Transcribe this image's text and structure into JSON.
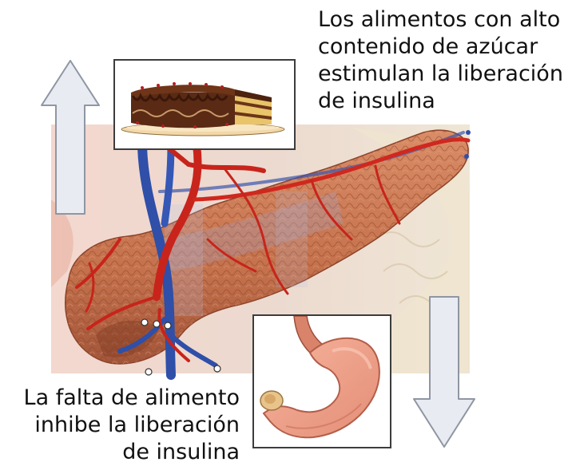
{
  "captions": {
    "top": "Los alimentos con alto\ncontenido de azúcar\nestimulan la liberación\nde insulina",
    "bottom": "La falta de alimento\ninhibe la liberación\nde insulina"
  },
  "icons": {
    "up_arrow": "arrow-up-icon",
    "down_arrow": "arrow-down-icon",
    "cake": "cake-icon",
    "stomach": "stomach-icon",
    "pancreas": "pancreas-illustration"
  },
  "colors": {
    "arrow_fill": "#e8ebf2",
    "arrow_stroke": "#8f96a3",
    "tissue": "#c97a55",
    "artery": "#c8241b",
    "vein": "#2f4fa8",
    "stomach": "#f1a08a",
    "cake_chocolate": "#5a2a14",
    "cake_sponge": "#e9c46a"
  }
}
